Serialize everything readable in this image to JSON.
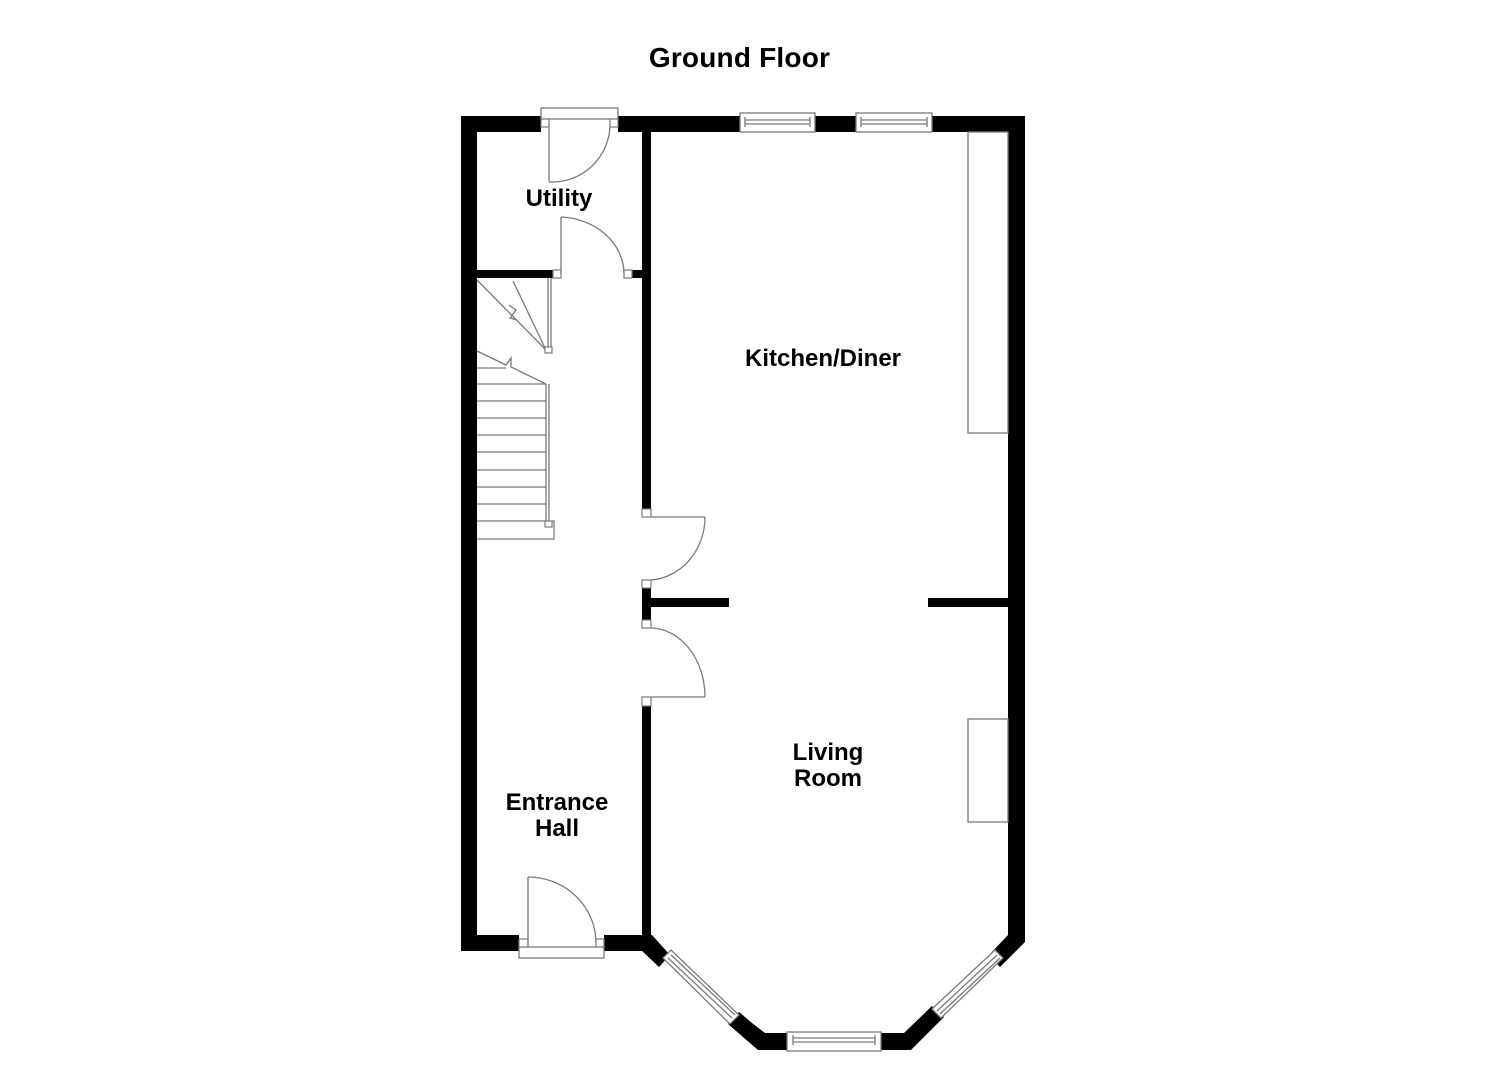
{
  "plan": {
    "title": "Ground Floor",
    "rooms": [
      {
        "name": "Utility",
        "lines": [
          "Utility"
        ]
      },
      {
        "name": "Kitchen/Diner",
        "lines": [
          "Kitchen/Diner"
        ]
      },
      {
        "name": "Living Room",
        "lines": [
          "Living",
          "Room"
        ]
      },
      {
        "name": "Entrance Hall",
        "lines": [
          "Entrance",
          "Hall"
        ]
      }
    ],
    "colors": {
      "wall": "#000000",
      "fixture_line": "#7a7a7a",
      "background": "#ffffff"
    }
  }
}
